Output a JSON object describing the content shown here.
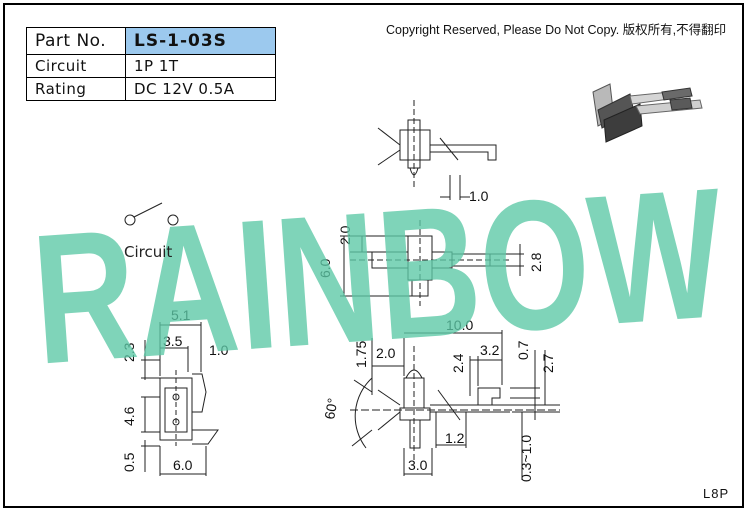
{
  "spec": {
    "rows": [
      {
        "label": "Part No.",
        "value": "LS-1-03S"
      },
      {
        "label": "Circuit",
        "value": "1P 1T"
      },
      {
        "label": "Rating",
        "value": "DC 12V 0.5A"
      }
    ],
    "highlight_color": "#9cc9ee"
  },
  "copyright": "Copyright Reserved, Please Do Not Copy. 版权所有,不得翻印",
  "watermark": "RAINBOW",
  "watermark_color": "#5cc8a6",
  "circuit_label": "Circuit",
  "page_code": "L8P",
  "dims": {
    "top_view": {
      "d1": "1.0",
      "d2": "2.0",
      "d3": "6.0",
      "d4": "2.8"
    },
    "side_view": {
      "d1": "5.1",
      "d2": "3.5",
      "d3": "2.3",
      "d4": "1.0",
      "d5": "4.6",
      "d6": "0.5",
      "d7": "6.0"
    },
    "front_view": {
      "d1": "10.0",
      "d2": "1.75",
      "d3": "2.0",
      "d4": "2.4",
      "d5": "3.2",
      "d6": "0.7",
      "d7": "2.7",
      "d8": "60°",
      "d9": "1.2",
      "d10": "3.0",
      "d11": "0.3~1.0"
    }
  }
}
